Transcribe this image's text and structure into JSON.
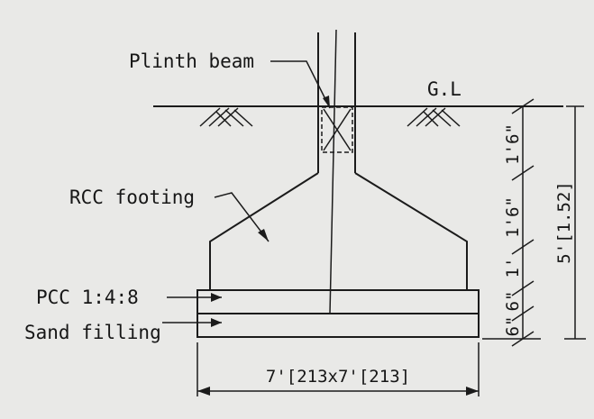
{
  "labels": {
    "plinth_beam": "Plinth beam",
    "ground_level": "G.L",
    "rcc_footing": "RCC footing",
    "pcc": "PCC 1:4:8",
    "sand_filling": "Sand filling"
  },
  "dimensions": {
    "d1": "1'6\"",
    "d2": "1'6\"",
    "d3": "1'",
    "d4": "6\"",
    "d5": "6\"",
    "total_depth": "5'[1.52]",
    "base_width": "7'[213x7'[213]"
  }
}
